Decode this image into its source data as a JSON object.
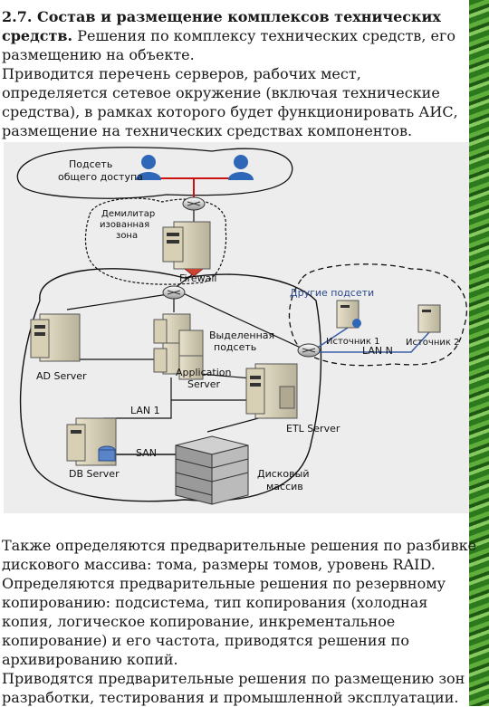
{
  "header": {
    "title": "2.7. Состав и размещение комплексов технических средств.",
    "title_rest": " Решения по комплексу технических средств, его размещению на объекте.",
    "para2": "Приводится перечень серверов, рабочих мест, определяется сетевое окружение (включая технические средства), в рамках которого будет функционировать АИС, размещение на технических средствах компонентов."
  },
  "diagram": {
    "labels": {
      "public_subnet_1": "Подсеть",
      "public_subnet_2": "общего доступа",
      "dmz_1": "Демилитар",
      "dmz_2": "изованная",
      "dmz_3": "зона",
      "firewall": "Firewall",
      "other_subnets": "Другие подсети",
      "source1": "Источник 1",
      "source2": "Источник 2",
      "lan_n": "LAN  N",
      "dedicated_1": "Выделенная",
      "dedicated_2": "подсеть",
      "app_server_1": "Application",
      "app_server_2": "Server",
      "ad_server": "AD Server",
      "lan_1": "LAN  1",
      "etl_server": "ETL Server",
      "san": "SAN",
      "db_server": "DB Server",
      "disk_array_1": "Дисковый",
      "disk_array_2": "массив"
    },
    "colors": {
      "background": "#ededed",
      "link_red": "#cc1111",
      "link_blue": "#3a5fa8",
      "user_icon": "#2f67b8"
    }
  },
  "footer": {
    "para1": "Также определяются предварительные решения по разбивке дискового массива: тома, размеры томов, уровень RAID.",
    "para2": "Определяются предварительные решения по резервному копированию: подсистема, тип копирования (холодная копия, логическое копирование, инкрементальное копирование) и его частота, приводятся решения по архивированию копий.",
    "para3": "Приводятся предварительные решения по размещению зон разработки, тестирования и промышленной эксплуатации."
  }
}
